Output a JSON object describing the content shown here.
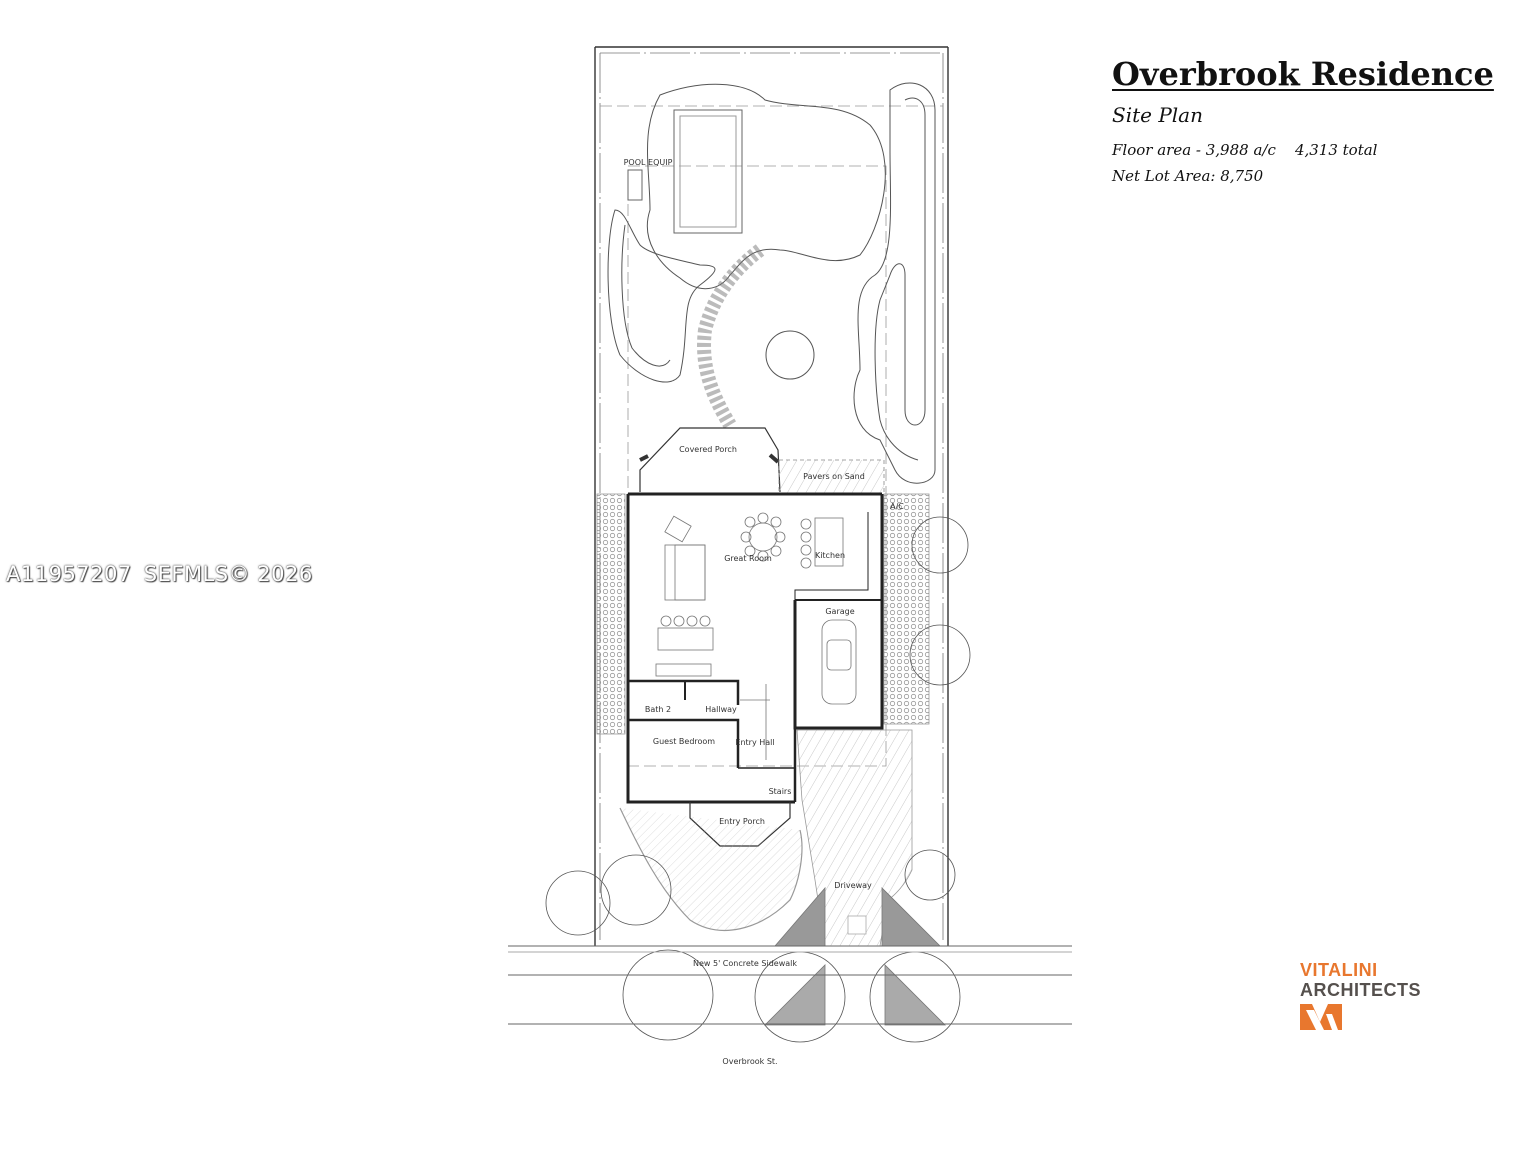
{
  "title": "Overbrook Residence",
  "subtitle": "Site Plan",
  "floor_area_label": "Floor area - 3,988 a/c",
  "floor_area_total": "4,313 total",
  "lot_area": "Net Lot Area: 8,750",
  "watermark": {
    "listing_id": "A11957207",
    "copyright": "SEFMLS© 2026"
  },
  "firm": {
    "line1": "VITALINI",
    "line2": "ARCHITECTS"
  },
  "labels": {
    "pool_equip": "POOL EQUIP",
    "covered_porch": "Covered Porch",
    "pavers": "Pavers on Sand",
    "ac": "A/C",
    "great_room": "Great Room",
    "kitchen": "Kitchen",
    "garage": "Garage",
    "bath": "Bath 2",
    "hallway": "Hallway",
    "guest_bedroom": "Guest Bedroom",
    "entry_hall": "Entry Hall",
    "stairs": "Stairs",
    "entry_porch": "Entry Porch",
    "driveway": "Driveway",
    "sidewalk": "New 5' Concrete Sidewalk",
    "street": "Overbrook St."
  },
  "colors": {
    "logo_orange": "#e8772e",
    "logo_gray": "#55504d",
    "wall": "#222222"
  }
}
